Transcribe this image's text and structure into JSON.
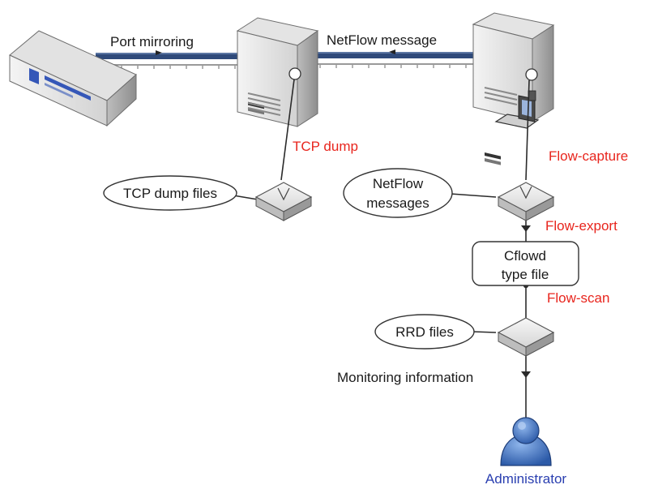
{
  "links": {
    "port_mirroring": "Port mirroring",
    "netflow_message": "NetFlow message"
  },
  "processes": {
    "tcp_dump": "TCP dump",
    "flow_capture": "Flow-capture",
    "flow_export": "Flow-export",
    "flow_scan": "Flow-scan"
  },
  "storage": {
    "tcp_dump_files": "TCP dump files",
    "netflow_messages": [
      "NetFlow",
      "messages"
    ],
    "cflowd_file": [
      "Cflowd",
      "type file"
    ],
    "rrd_files": "RRD files"
  },
  "monitoring_information": "Monitoring information",
  "administrator": "Administrator",
  "colors": {
    "process_label": "#e8251d",
    "administrator_label": "#2a3fb0",
    "line": "#2b2b2b",
    "cable": "#2f4a7a",
    "server_body": "#ececec",
    "user_blue": "#3a6fc0"
  }
}
